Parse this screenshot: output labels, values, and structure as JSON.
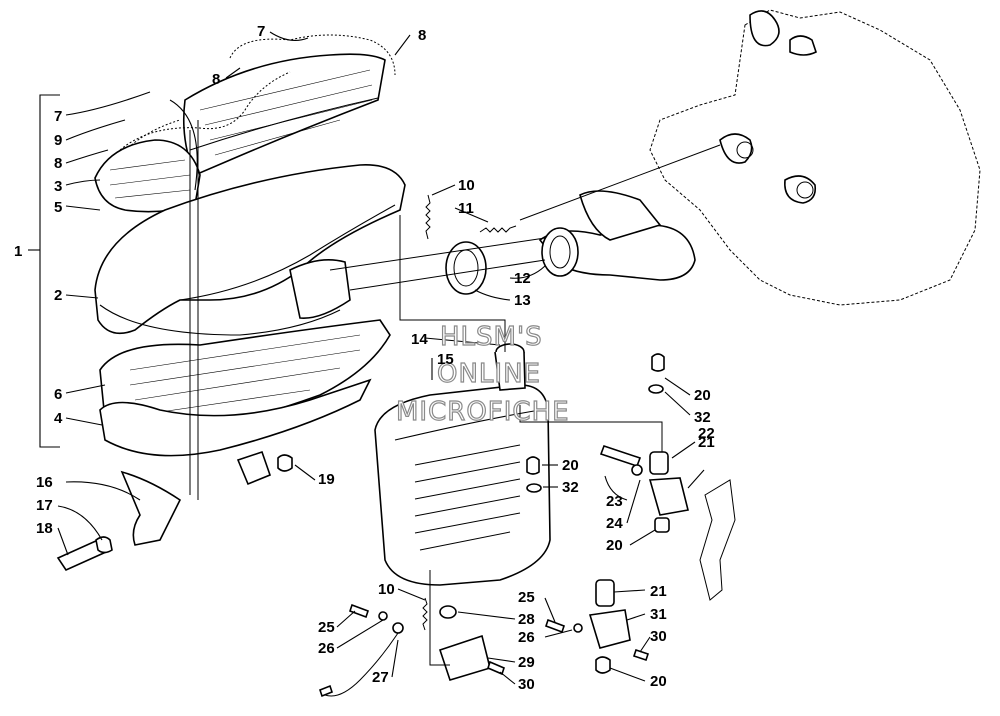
{
  "callouts": [
    {
      "text": "7"
    },
    {
      "text": "8"
    },
    {
      "text": "8"
    },
    {
      "text": "7"
    },
    {
      "text": "9"
    },
    {
      "text": "8"
    },
    {
      "text": "3"
    },
    {
      "text": "5"
    },
    {
      "text": "1"
    },
    {
      "text": "2"
    },
    {
      "text": "6"
    },
    {
      "text": "4"
    },
    {
      "text": "10"
    },
    {
      "text": "11"
    },
    {
      "text": "12"
    },
    {
      "text": "13"
    },
    {
      "text": "14"
    },
    {
      "text": "15"
    },
    {
      "text": "20"
    },
    {
      "text": "32"
    },
    {
      "text": "21"
    },
    {
      "text": "22"
    },
    {
      "text": "20"
    },
    {
      "text": "32"
    },
    {
      "text": "23"
    },
    {
      "text": "24"
    },
    {
      "text": "20"
    },
    {
      "text": "16"
    },
    {
      "text": "19"
    },
    {
      "text": "17"
    },
    {
      "text": "18"
    },
    {
      "text": "10"
    },
    {
      "text": "28"
    },
    {
      "text": "25"
    },
    {
      "text": "21"
    },
    {
      "text": "31"
    },
    {
      "text": "25"
    },
    {
      "text": "26"
    },
    {
      "text": "30"
    },
    {
      "text": "26"
    },
    {
      "text": "29"
    },
    {
      "text": "20"
    },
    {
      "text": "27"
    },
    {
      "text": "30"
    }
  ],
  "watermark": {
    "line1": "HLSM'S",
    "line2": "ONLINE",
    "line3": "MICROFICHE"
  }
}
